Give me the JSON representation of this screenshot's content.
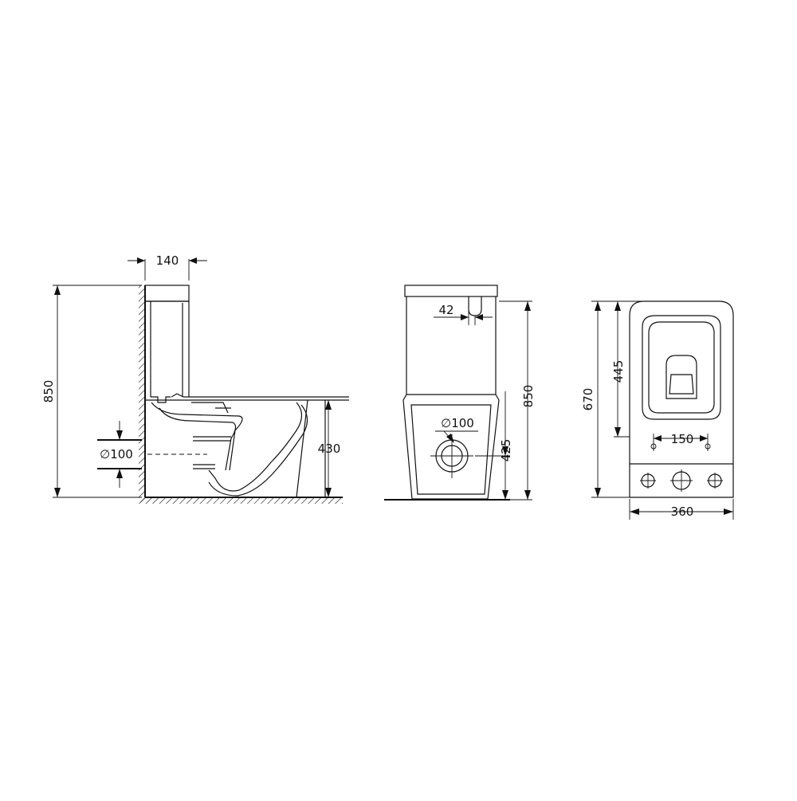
{
  "side_view": {
    "dim_tank_depth": "140",
    "dim_height_total": "850",
    "dim_outlet_diameter": "∅100",
    "dim_seat_height": "430"
  },
  "front_view": {
    "dim_button_offset": "42",
    "dim_outlet_diameter": "∅100",
    "dim_height_total": "850",
    "dim_outlet_height": "425"
  },
  "top_view": {
    "dim_depth_total": "670",
    "dim_bowl_depth": "445",
    "dim_hole_spacing": "150",
    "dim_width": "360"
  }
}
